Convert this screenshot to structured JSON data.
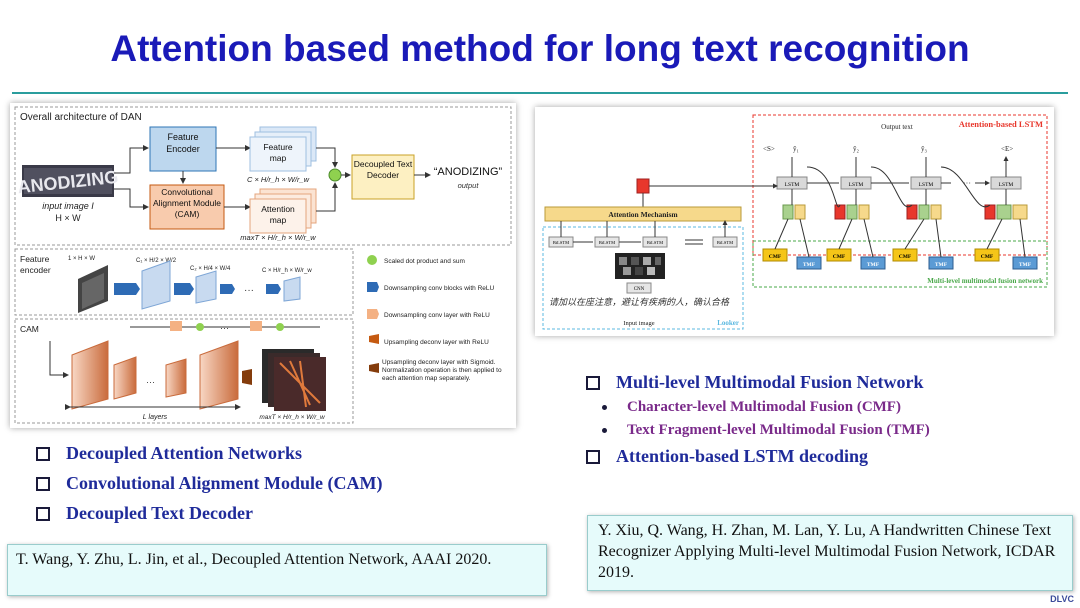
{
  "slide": {
    "title": "Attention based method for long text recognition",
    "logo": "DLVC"
  },
  "left_figure": {
    "heading": "Overall architecture of DAN",
    "input_word": "ANODIZING",
    "input_label": "input image I",
    "input_dims": "H × W",
    "feature_encoder": "Feature Encoder",
    "cam": "Convolutional Alignment Module (CAM)",
    "feature_map": "Feature map",
    "feature_map_dims": "C × H/r_h × W/r_w",
    "attention_map": "Attention map",
    "attention_map_dims": "maxT × H/r_h × W/r_w",
    "decoder": "Decoupled Text Decoder",
    "output_word": "“ANODIZING”",
    "output_label": "output",
    "encoder_section": "Feature encoder",
    "cam_section": "CAM",
    "layers_label": "L layers",
    "enc_dims": [
      "1 × H × W",
      "C₁ × H/2 × W/2",
      "C₂ × H/4 × W/4",
      "C × H/r_h × W/r_w"
    ],
    "cam_out_dims": "maxT × H/r_h × W/r_w",
    "legend": [
      {
        "label": "Scaled dot product and sum",
        "color": "#8fd14f"
      },
      {
        "label": "Downsampling conv blocks with ReLU",
        "color": "#2e6bb5"
      },
      {
        "label": "Downsampling conv layer with ReLU",
        "color": "#f4b183"
      },
      {
        "label": "Upsampling deconv layer with ReLU",
        "color": "#c55a11"
      },
      {
        "label": "Upsampling deconv layer with Sigmoid. Normalization operation is then applied to each attention map separately.",
        "color": "#843c0c"
      }
    ]
  },
  "right_figure": {
    "lstm_title": "Attention-based LSTM",
    "output_text": "Output text",
    "tokens": [
      "<S>",
      "ŷ₁",
      "ŷ₂",
      "ŷ₃",
      "<E>"
    ],
    "attention_mechanism": "Attention Mechanism",
    "bilstm": "BiLSTM",
    "cnn": "CNN",
    "input_image": "Input image",
    "handwriting": "请加以在座注意，避让有疾病的人，确认合格",
    "looker": "Looker",
    "lstm_label": "LSTM",
    "cmf_label": "CMF",
    "tmf_label": "TMF",
    "fusion_title": "Multi-level multimodal fusion network",
    "colors": {
      "red": "#e8372c",
      "yellow": "#f5c518",
      "green": "#a9d18e",
      "blue": "#5b9bd5",
      "gray": "#d9d9d9",
      "attn": "#f6d98b"
    }
  },
  "left_bullets": [
    "Decoupled Attention Networks",
    "Convolutional Alignment Module (CAM)",
    "Decoupled Text Decoder"
  ],
  "right_bullets": {
    "main1": "Multi-level Multimodal Fusion Network",
    "subs": [
      "Character-level Multimodal Fusion (CMF)",
      "Text Fragment-level Multimodal Fusion (TMF)"
    ],
    "main2": "Attention-based LSTM decoding"
  },
  "references": {
    "left": "T. Wang, Y. Zhu, L. Jin,  et al., Decoupled Attention Network, AAAI 2020.",
    "right": "Y. Xiu, Q. Wang, H. Zhan, M. Lan, Y. Lu, A Handwritten Chinese Text Recognizer Applying Multi-level Multimodal Fusion Network, ICDAR 2019."
  }
}
